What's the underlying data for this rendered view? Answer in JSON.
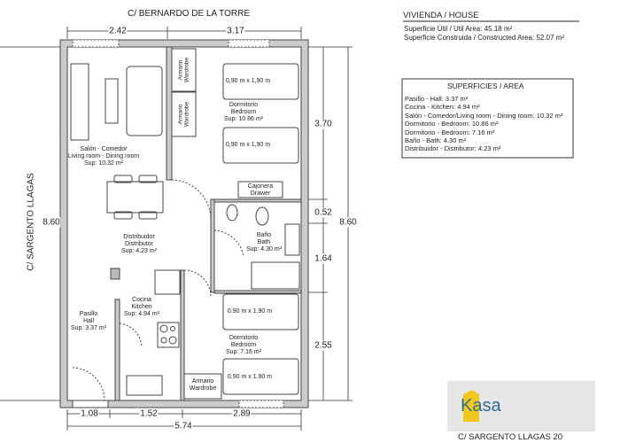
{
  "street_top": "C/ BERNARDO DE LA TORRE",
  "street_left": "C/ SARGENTO LLAGAS",
  "street_bottom": "C/ SARGENTO LLAGAS  20",
  "dimensions": {
    "top": [
      "2.42",
      "3.17"
    ],
    "bottom": [
      "1.08",
      "1.52",
      "2.89"
    ],
    "bottom_total": "5.74",
    "right": [
      "3.70",
      "0.52",
      "1.64",
      "2.55"
    ],
    "right_total": "8.60",
    "left_total": "8.60"
  },
  "rooms": {
    "living": [
      "Salón - Comedor",
      "Living room - Dining room",
      "Sup: 10.32 m²"
    ],
    "bedroom1": [
      "Dormitorio",
      "Bedroom",
      "Sup: 10.86 m²"
    ],
    "distributor": [
      "Distribuidor",
      "Distributor",
      "Sup: 4.23 m²"
    ],
    "bath": [
      "Baño",
      "Bath",
      "Sup: 4.30 m²"
    ],
    "kitchen": [
      "Cocina",
      "Kitchen",
      "Sup: 4.94 m²"
    ],
    "hall": [
      "Pasillo",
      "Hall",
      "Sup: 3.37 m²"
    ],
    "bedroom2": [
      "Dormitorio",
      "Bedroom",
      "Sup: 7.16 m²"
    ]
  },
  "furniture": {
    "bed_size": "0,90 m x 1,90 m",
    "bed_size_small": "0.90 m x 1.90 m",
    "wardrobe": [
      "Armario",
      "Wardrobe"
    ],
    "drawer": [
      "Cajonera",
      "Drawer"
    ]
  },
  "house": {
    "title": "VIVIENDA / HOUSE",
    "useful_area": "Superficie Útil / Util Area: 45.18 m²",
    "built_area": "Superficie Construida / Constructed Area: 52.07 m²"
  },
  "areas": {
    "title": "SUPERFICIES / AREA",
    "items": [
      "Pasillo - Hall: 3.37 m²",
      "Cocina - Kitchen: 4.94 m²",
      "Salón - Comedor/Living room - Dining room: 10.32 m²",
      "Dormitorio - Bedroom: 10.86 m²",
      "Dormitorio - Bedroom: 7.16 m²",
      "Baño - Bath: 4.30 m²",
      "Distribuidor - Distributor: 4.23 m²"
    ]
  },
  "logo": {
    "text": "Kasa",
    "bg": "#e6e6e6",
    "tag_color": "#f2c81e",
    "text_color": "#2e6f8e"
  }
}
